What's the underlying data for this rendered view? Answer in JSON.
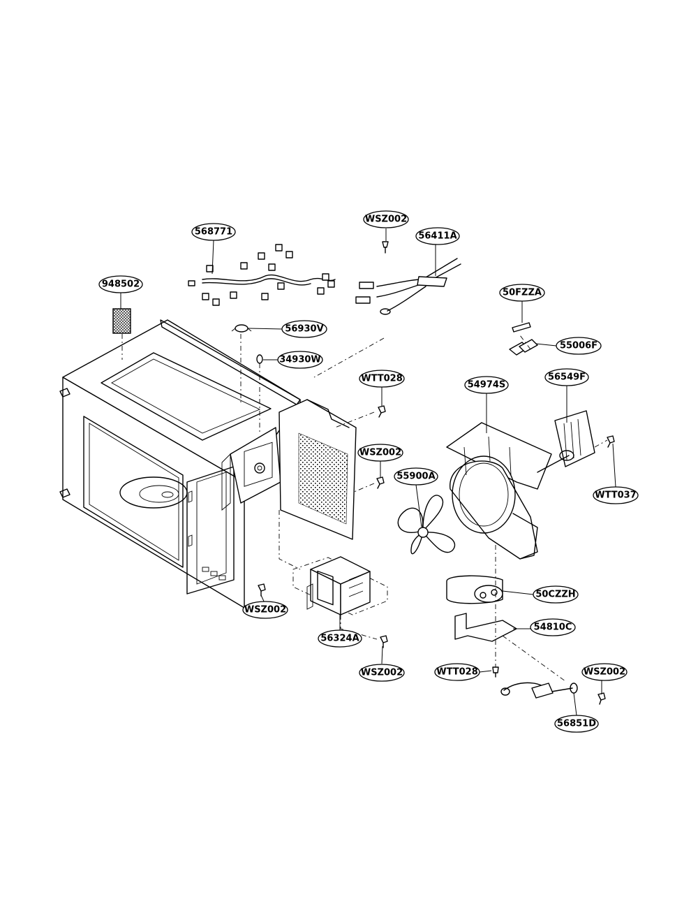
{
  "callouts": {
    "c568771": "568771",
    "c948502": "948502",
    "cWSZ002_top": "WSZ002",
    "c56411A": "56411A",
    "c50FZZA": "50FZZA",
    "c56930V": "56930V",
    "c34930W": "34930W",
    "c55006F": "55006F",
    "cWTT028_a": "WTT028",
    "c54974S": "54974S",
    "c56549F": "56549F",
    "cWSZ002_mid": "WSZ002",
    "c55900A": "55900A",
    "cWTT037": "WTT037",
    "c50CZZH": "50CZZH",
    "cWSZ002_left": "WSZ002",
    "c56324A": "56324A",
    "c54810C": "54810C",
    "cWSZ002_bottom": "WSZ002",
    "cWTT028_b": "WTT028",
    "cWSZ002_right": "WSZ002",
    "c56851D": "56851D"
  }
}
